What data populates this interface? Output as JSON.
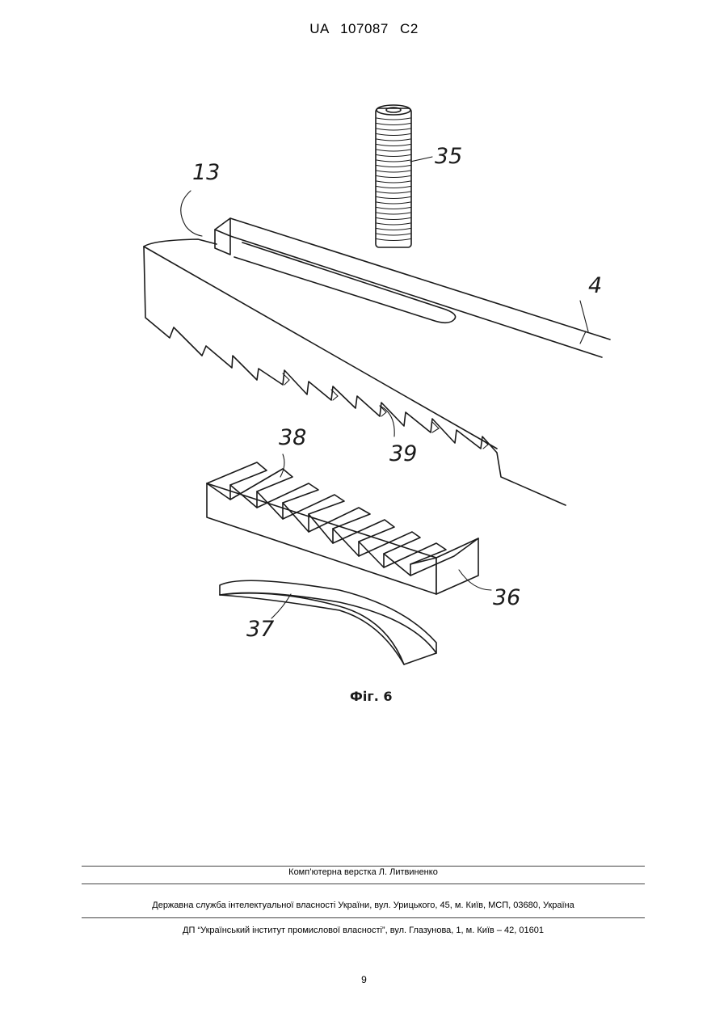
{
  "header": {
    "patent_number": "UA   107087   C2"
  },
  "figure": {
    "caption": "Фіг. 6",
    "labels": {
      "l13": "13",
      "l35": "35",
      "l4": "4",
      "l38": "38",
      "l39": "39",
      "l36": "36",
      "l37": "37"
    }
  },
  "footer": {
    "layout_credit": "Комп’ютерна верстка Л. Литвиненко",
    "agency": "Державна служба інтелектуальної власності України, вул. Урицького, 45, м. Київ, МСП, 03680, Україна",
    "institute": "ДП “Український інститут промислової власності”, вул. Глазунова, 1, м. Київ – 42, 01601"
  },
  "page_number": "9"
}
